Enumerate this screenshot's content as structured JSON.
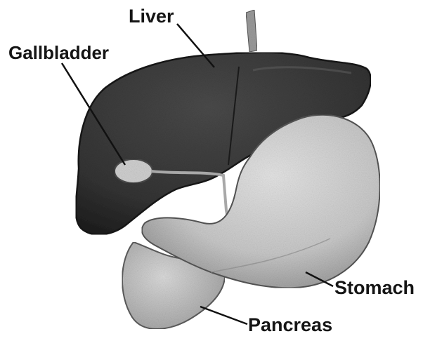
{
  "labels": {
    "liver": "Liver",
    "gallbladder": "Gallbladder",
    "stomach": "Stomach",
    "pancreas": "Pancreas"
  },
  "colors": {
    "liver": "#3b3b3b",
    "liver_shadow": "#1f1f1f",
    "gallbladder": "#c9c9c9",
    "stomach": "#cfcfcf",
    "pancreas": "#c4c4c4",
    "vessel": "#8d8d8d",
    "leader_line": "#111111",
    "text": "#151515"
  }
}
